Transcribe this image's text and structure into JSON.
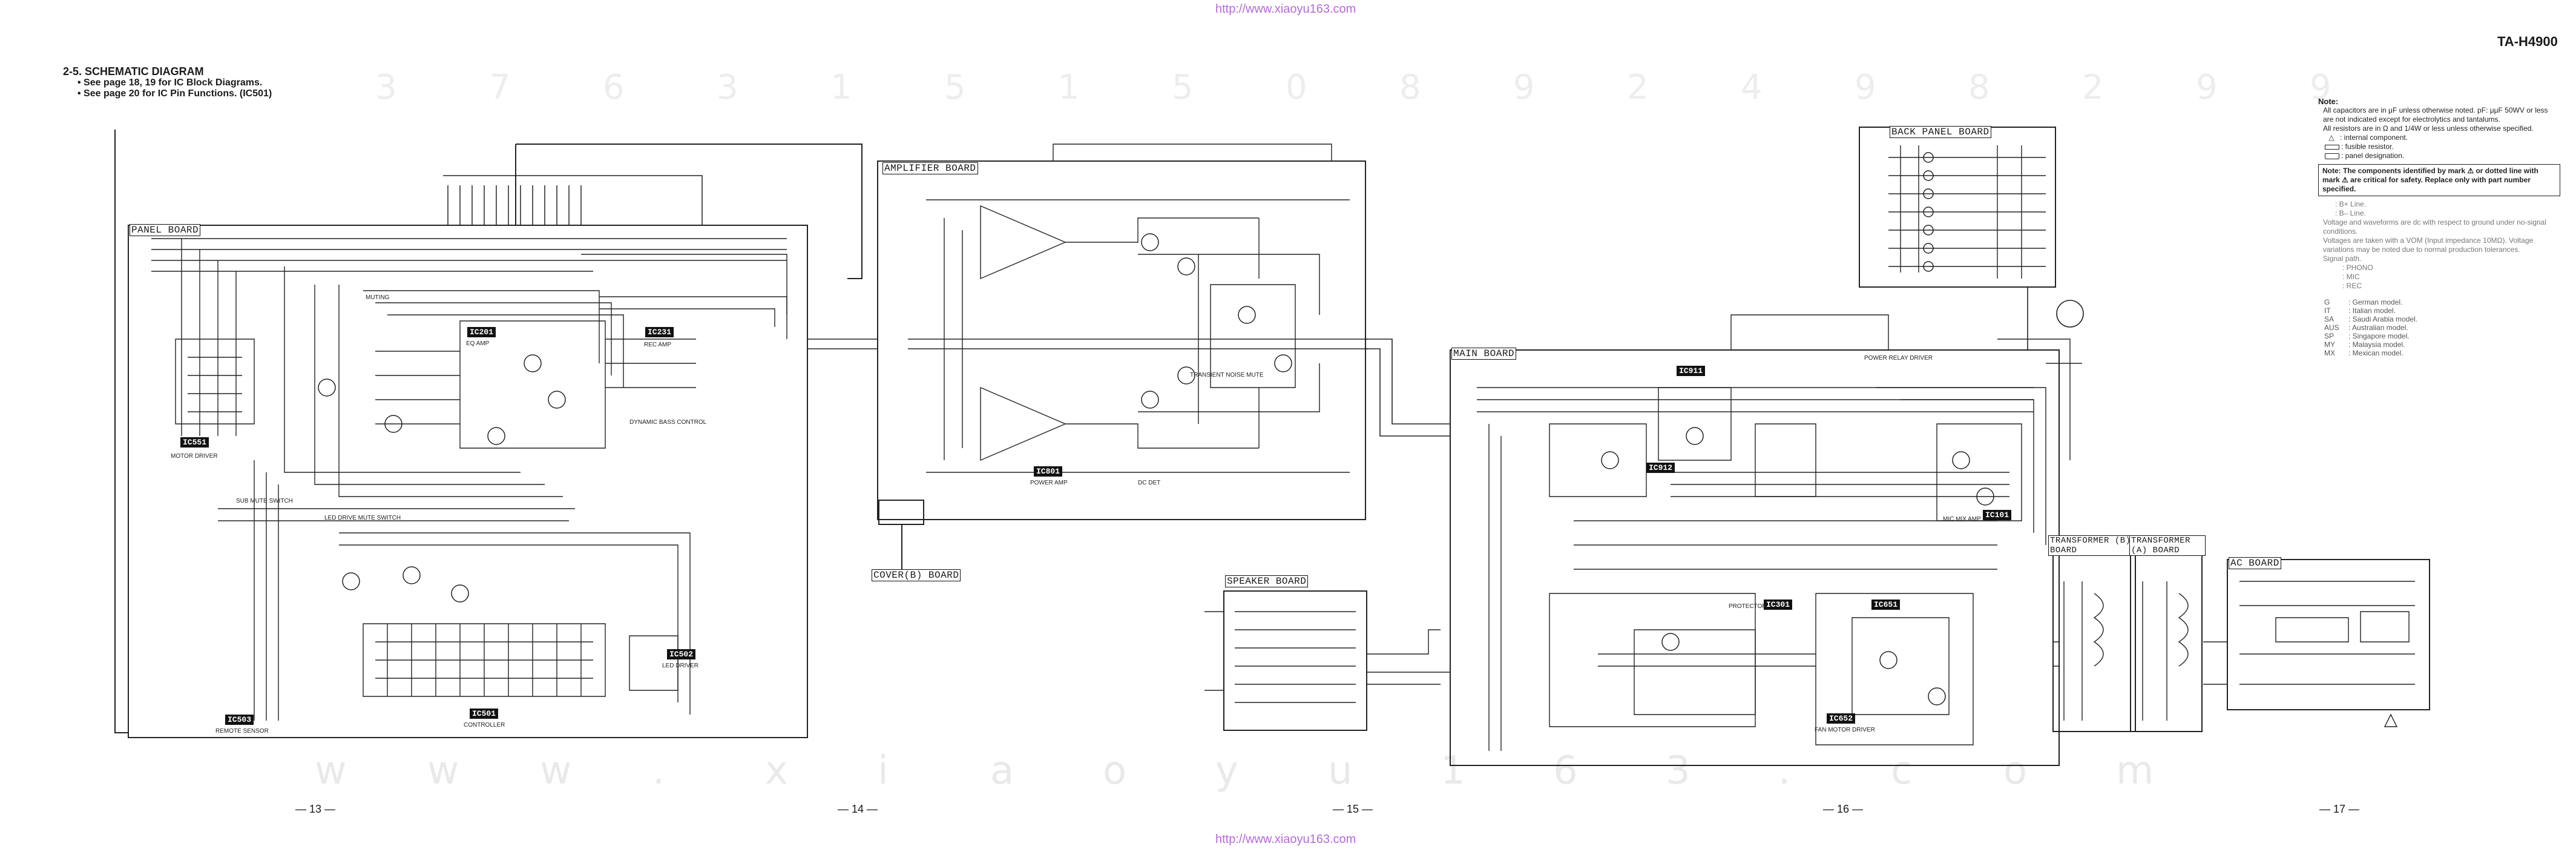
{
  "header": {
    "url_top": "http://www.xiaoyu163.com",
    "url_bottom": "http://www.xiaoyu163.com",
    "model": "TA-H4900"
  },
  "section": {
    "title": "2-5.  SCHEMATIC  DIAGRAM",
    "line1": "• See page 18, 19 for IC Block Diagrams.",
    "line2": "• See page 20 for IC Pin Functions. (IC501)"
  },
  "background_digits": [
    "3",
    "7",
    "6",
    "3",
    "1",
    "5",
    "1",
    "5",
    "0",
    "8",
    "9",
    "2",
    "4",
    "9",
    "8",
    "2",
    "9",
    "9"
  ],
  "background_letters": [
    "w",
    "w",
    "w",
    ".",
    "x",
    "i",
    "a",
    "o",
    "y",
    "u",
    "1",
    "6",
    "3",
    ".",
    "c",
    "o",
    "m"
  ],
  "boards": {
    "panel": "PANEL BOARD",
    "amplifier": "AMPLIFIER BOARD",
    "cover_b": "COVER(B) BOARD",
    "speaker": "SPEAKER BOARD",
    "main": "MAIN BOARD",
    "back_panel": "BACK PANEL BOARD",
    "transformer_b": "TRANSFORMER (B) BOARD",
    "transformer_a": "TRANSFORMER (A) BOARD",
    "ac": "AC BOARD"
  },
  "ics": {
    "ic551": "IC551",
    "ic201": "IC201",
    "ic231": "IC231",
    "ic502": "IC502",
    "ic503": "IC503",
    "ic501": "IC501",
    "ic801": "IC801",
    "ic911": "IC911",
    "ic912": "IC912",
    "ic101": "IC101",
    "ic301": "IC301",
    "ic651": "IC651",
    "ic652": "IC652"
  },
  "page_numbers": [
    "— 13 —",
    "— 14 —",
    "— 15 —",
    "— 16 —",
    "— 17 —"
  ],
  "notes": {
    "title": "Note:",
    "items": [
      "All capacitors are in μF unless otherwise noted. pF: μμF 50WV or less are not indicated except for electrolytics and tantalums.",
      "All resistors are in Ω and 1/4W or less unless otherwise specified.",
      ": internal component.",
      ": fusible resistor.",
      ": panel designation."
    ],
    "boxed": "Note: The components identified by mark ⚠ or dotted line with mark ⚠ are critical for safety. Replace only with part number specified.",
    "grey": [
      ": B+ Line.",
      ": B– Line.",
      "Voltage and waveforms are dc with respect to ground under no-signal conditions.",
      "Voltages are taken with a VOM (Input impedance 10MΩ). Voltage variations may be noted due to normal production tolerances.",
      "Signal path.",
      ": PHONO",
      ": MIC",
      ": REC"
    ],
    "models": [
      {
        "code": "G",
        "name": ": German model."
      },
      {
        "code": "IT",
        "name": ": Italian model."
      },
      {
        "code": "SA",
        "name": ": Saudi Arabia model."
      },
      {
        "code": "AUS",
        "name": ": Australian model."
      },
      {
        "code": "SP",
        "name": ": Singapore model."
      },
      {
        "code": "MY",
        "name": ": Malaysia model."
      },
      {
        "code": "MX",
        "name": ": Mexican model."
      }
    ]
  },
  "labels": {
    "motor_driver": "MOTOR DRIVER",
    "remote_sensor": "REMOTE SENSOR",
    "controller": "CONTROLLER",
    "led_driver": "LED DRIVER",
    "power_amp": "POWER AMP",
    "transient_noise_mute": "TRANSIENT NOISE MUTE",
    "dc_det": "DC DET",
    "protector": "PROTECTOR",
    "power_relay_driver": "POWER RELAY DRIVER",
    "rec_amp": "REC AMP",
    "dynamic_bass_control": "DYNAMIC BASS CONTROL",
    "muting": "MUTING",
    "eq_amp": "EQ AMP",
    "mic_mix_amp": "MIC MIX AMP",
    "fan_motor_driver": "FAN MOTOR DRIVER",
    "sub_mute_switch": "SUB MUTE SWITCH",
    "led_driver2": "LED DRIVE MUTE SWITCH"
  },
  "colors": {
    "ink": "#1a1a1a",
    "watermark": "#b46bd6",
    "bg_text": "#ededed"
  }
}
